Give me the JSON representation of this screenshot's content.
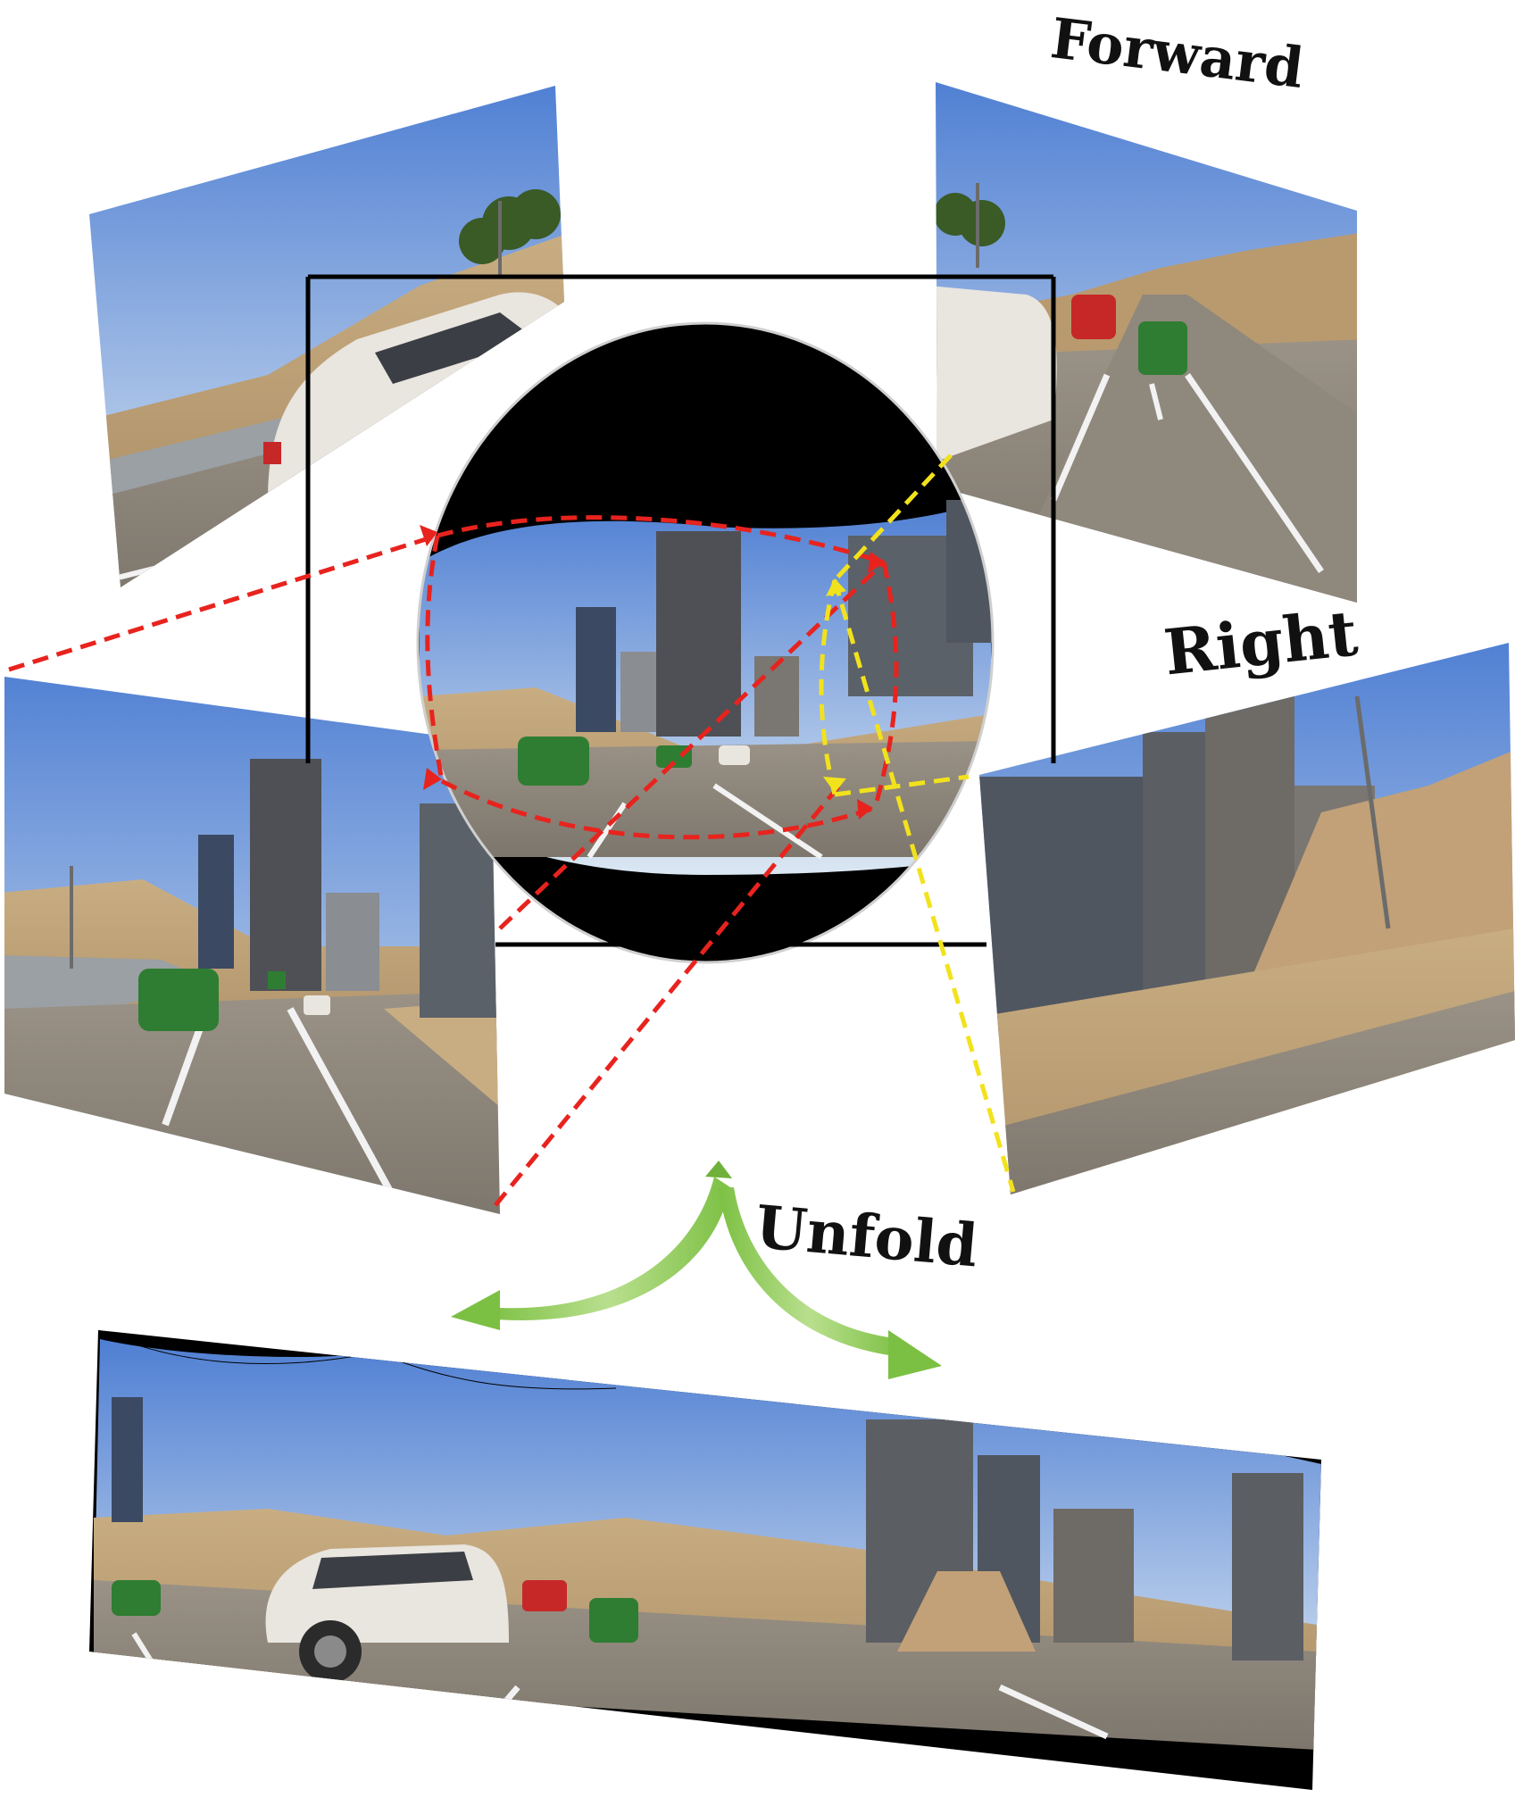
{
  "labels": {
    "forward": "Forward",
    "right": "Right",
    "unfold": "Unfold"
  },
  "colors": {
    "background": "#ffffff",
    "frame": "#000000",
    "red_dash": "#e8231e",
    "yellow_dash": "#f2e21c",
    "arrow_green": "#7cc043",
    "sky_top": "#4f7fd3",
    "sky_bottom": "#d9e6f2",
    "ground": "#c2a67c",
    "road": "#8c8478",
    "building": "#5b5e63",
    "car_white": "#e8e4de",
    "car_green": "#2e7d32",
    "car_red": "#c62828"
  },
  "icons": [
    "green-curved-arrow-left-icon",
    "green-curved-arrow-right-icon"
  ]
}
